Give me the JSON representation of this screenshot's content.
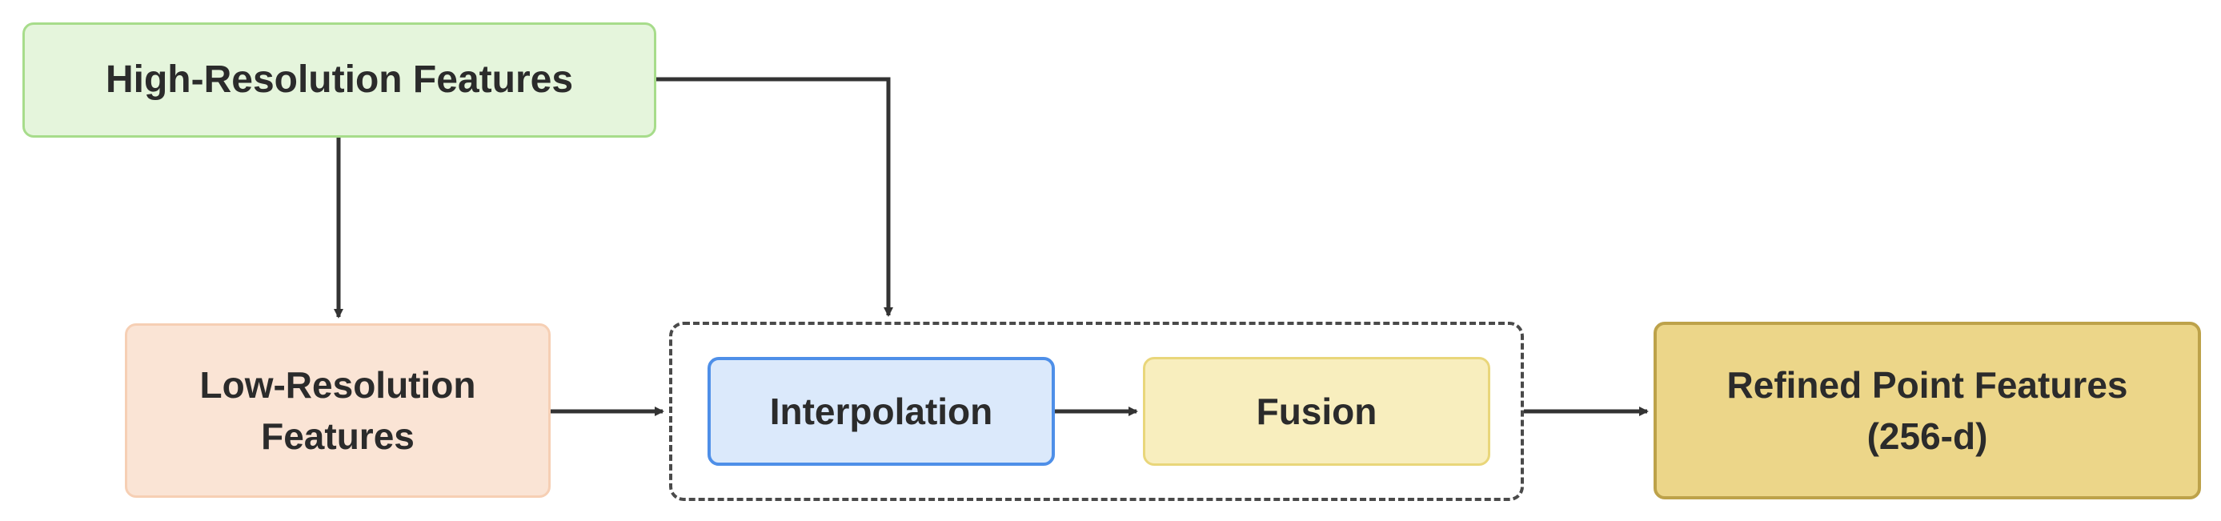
{
  "diagram": {
    "nodes": {
      "high_res": {
        "label": "High-Resolution Features"
      },
      "low_res": {
        "label": "Low-Resolution\nFeatures"
      },
      "interpolation": {
        "label": "Interpolation"
      },
      "fusion": {
        "label": "Fusion"
      },
      "refined": {
        "label": "Refined Point Features\n(256-d)"
      }
    },
    "edges": [
      {
        "from": "High-Resolution Features",
        "to": "Low-Resolution Features"
      },
      {
        "from": "High-Resolution Features",
        "to": "Interpolation + Fusion group"
      },
      {
        "from": "Low-Resolution Features",
        "to": "Interpolation + Fusion group"
      },
      {
        "from": "Interpolation",
        "to": "Fusion"
      },
      {
        "from": "Interpolation + Fusion group",
        "to": "Refined Point Features (256-d)"
      }
    ],
    "colors": {
      "high_res_fill": "#e5f5dc",
      "high_res_border": "#a7dc8b",
      "low_res_fill": "#fae4d5",
      "low_res_border": "#f6cfb4",
      "interpolation_fill": "#dbe9fb",
      "interpolation_border": "#4e8fe8",
      "fusion_fill": "#f8eebe",
      "fusion_border": "#e9d67a",
      "refined_fill": "#ecd689",
      "refined_border": "#bda24a",
      "connector": "#333333",
      "group_border": "#4a4a4a"
    }
  }
}
